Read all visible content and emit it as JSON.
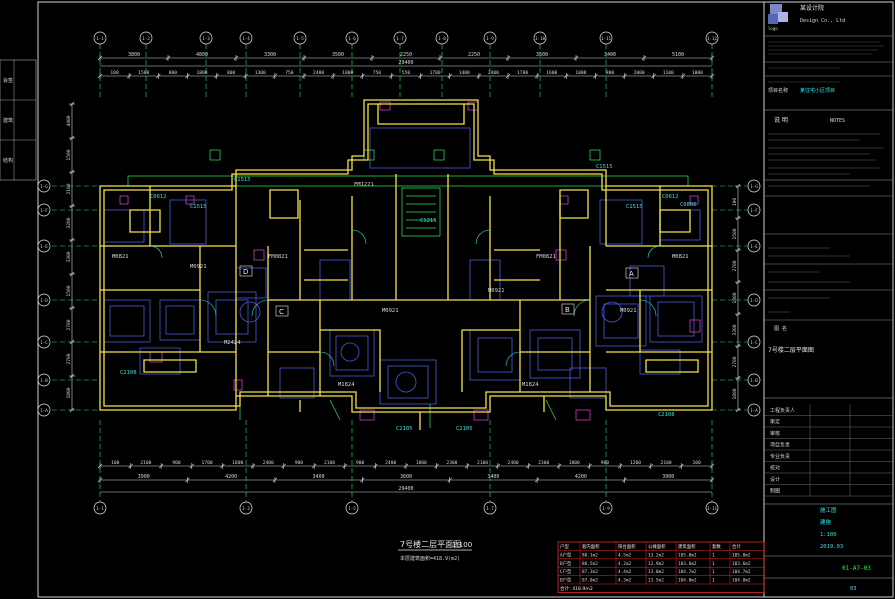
{
  "drawing": {
    "title": "7号楼二层平面图",
    "scale": "1:100",
    "area_note": "本层建筑面积=418.9(m2)",
    "room_tags": [
      "A",
      "B",
      "C",
      "D"
    ]
  },
  "axes": {
    "top_labels": [
      "1-1",
      "1-2",
      "1-3",
      "1-4",
      "1-5",
      "1-6",
      "1-7",
      "1-8",
      "1-9",
      "1-10",
      "1-11",
      "1-12"
    ],
    "bottom_labels": [
      "1-1",
      "1-3",
      "1-5",
      "1-7",
      "1-9",
      "1-11"
    ],
    "left_labels": [
      "1-A",
      "1-B",
      "1-C",
      "1-D",
      "1-E",
      "1-F",
      "1-G"
    ],
    "right_labels": [
      "1-A",
      "1-B",
      "1-C",
      "1-D",
      "1-E",
      "1-F",
      "1-G"
    ]
  },
  "dims": {
    "top_row1": [
      "3800",
      "4800",
      "3300",
      "3500",
      "2250",
      "2250",
      "3500",
      "3400",
      "5100"
    ],
    "top_total": "29400",
    "top_row3": [
      "100",
      "1500",
      "800",
      "1800",
      "800",
      "1300",
      "750",
      "2400",
      "1800",
      "750",
      "550",
      "1700",
      "1400",
      "2400",
      "1700",
      "1600",
      "1800",
      "800",
      "2000",
      "1100",
      "1000"
    ],
    "bottom_row1": [
      "100",
      "2100",
      "900",
      "1700",
      "1800",
      "2400",
      "900",
      "2100",
      "900",
      "2400",
      "1800",
      "2300",
      "2100",
      "2400",
      "2300",
      "1800",
      "900",
      "1200",
      "2100",
      "100"
    ],
    "bottom_row2": [
      "3900",
      "4200",
      "3400",
      "3600",
      "3400",
      "4200",
      "3900"
    ],
    "bottom_total": "29400",
    "left_dims": [
      "4400",
      "1500",
      "2100",
      "3200",
      "3300",
      "1500",
      "2700",
      "2700",
      "1800"
    ],
    "right_dims": [
      "100",
      "1500",
      "2700",
      "1800",
      "3300",
      "2700",
      "1800"
    ]
  },
  "plan_labels": {
    "windows": [
      "C1515",
      "C1515",
      "C1515",
      "C1515",
      "C0612",
      "C0612",
      "C1215",
      "C2105",
      "C2105",
      "C2108",
      "C2108",
      "C0806"
    ],
    "doors": [
      "M0921",
      "M0921",
      "M0921",
      "M0921",
      "M1824",
      "M1824",
      "M2424",
      "FM0821",
      "FM0821",
      "FM1221",
      "M0821",
      "M0821"
    ]
  },
  "title_block": {
    "company_cn": "某设计院",
    "company_en": "Design Co., Ltd",
    "logo_label": "logo",
    "project_label": "项目名称",
    "project_value": "某住宅小区项目",
    "notes_title": "说 明",
    "notes_en": "NOTES",
    "drawing_label": "图 名",
    "drawing_value": "7号楼二层平面图",
    "rows": [
      "工程负责人",
      "审定",
      "审核",
      "项目负责",
      "专业负责",
      "校对",
      "设计",
      "制图"
    ],
    "scale_value": "1:100",
    "sheet_value": "建施",
    "date_value": "2019.03",
    "drawing_no": "01-A7-03",
    "phase_value": "施工图",
    "version_value": "03"
  },
  "left_strip": [
    "会签",
    "建筑",
    "结构"
  ],
  "area_table": {
    "headers": [
      "户型",
      "套内面积",
      "阳台面积",
      "公摊面积",
      "建筑面积",
      "套数",
      "合计"
    ],
    "rows": [
      [
        "A户型",
        "88.1m2",
        "4.5m2",
        "13.2m2",
        "105.8m2",
        "1",
        "105.8m2"
      ],
      [
        "B户型",
        "86.5m2",
        "4.2m2",
        "12.9m2",
        "103.6m2",
        "1",
        "103.6m2"
      ],
      [
        "C户型",
        "87.3m2",
        "4.4m2",
        "13.0m2",
        "104.7m2",
        "1",
        "104.7m2"
      ],
      [
        "D户型",
        "87.0m2",
        "4.3m2",
        "13.5m2",
        "104.8m2",
        "1",
        "104.8m2"
      ]
    ],
    "total": "合计: 418.9m2"
  },
  "colors": {
    "background": "#000000",
    "wall": "#f2e24a",
    "axis": "#2ee85a",
    "dimension": "#d8d8d8",
    "furniture": "#4a5ad8",
    "hatch": "#c83cc8",
    "border": "#e0e0e0",
    "table_border": "#e02828"
  }
}
